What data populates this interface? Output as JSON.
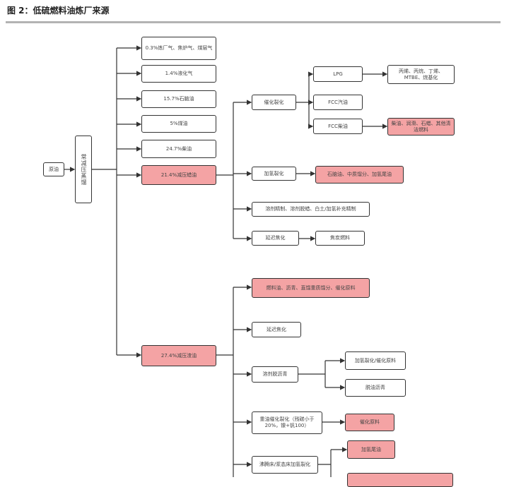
{
  "header": {
    "title": "图 2：低硫燃料油炼厂来源"
  },
  "colors": {
    "highlight": "#f4a3a4",
    "stroke": "#333333"
  },
  "nodes": {
    "crude": "原油",
    "atm": "常减压蒸馏",
    "n1": "0.3%炼厂气、焦炉气、煤层气",
    "n2": "1.4%液化气",
    "n3": "15.7%石脑油",
    "n4": "5%煤油",
    "n5": "24.7%柴油",
    "n6": "21.4%减压蜡油",
    "n7": "27.4%减压渣油",
    "fcc": "催化裂化",
    "lpg": "LPG",
    "lpg_out": "丙烯、丙烷、丁烯、MTBE、烷基化",
    "fcc_gas": "FCC汽油",
    "fcc_oil": "FCC柴油",
    "fcc_out": "柴油、润滑、石蜡、其他清洁燃料",
    "hcr": "加氢裂化",
    "hcr_out": "石脑油、中质馏分、加氢尾油",
    "dewax": "溶剂精制、溶剂脱蜡、白土/加氢补充精制",
    "coke1": "延迟焦化",
    "coke1_out": "焦炭燃料",
    "r1": "燃料油、沥青、直馏重质馏分、催化原料",
    "r2": "延迟焦化",
    "r3": "溶剂脱沥青",
    "r3a": "加氢裂化/催化原料",
    "r3b": "脱油沥青",
    "r4": "重油催化裂化（残碳小于20%，镍+钒100）",
    "r4a": "催化原料",
    "r5": "沸腾床/浆态床加氢裂化",
    "r5a": "加氢尾油"
  }
}
